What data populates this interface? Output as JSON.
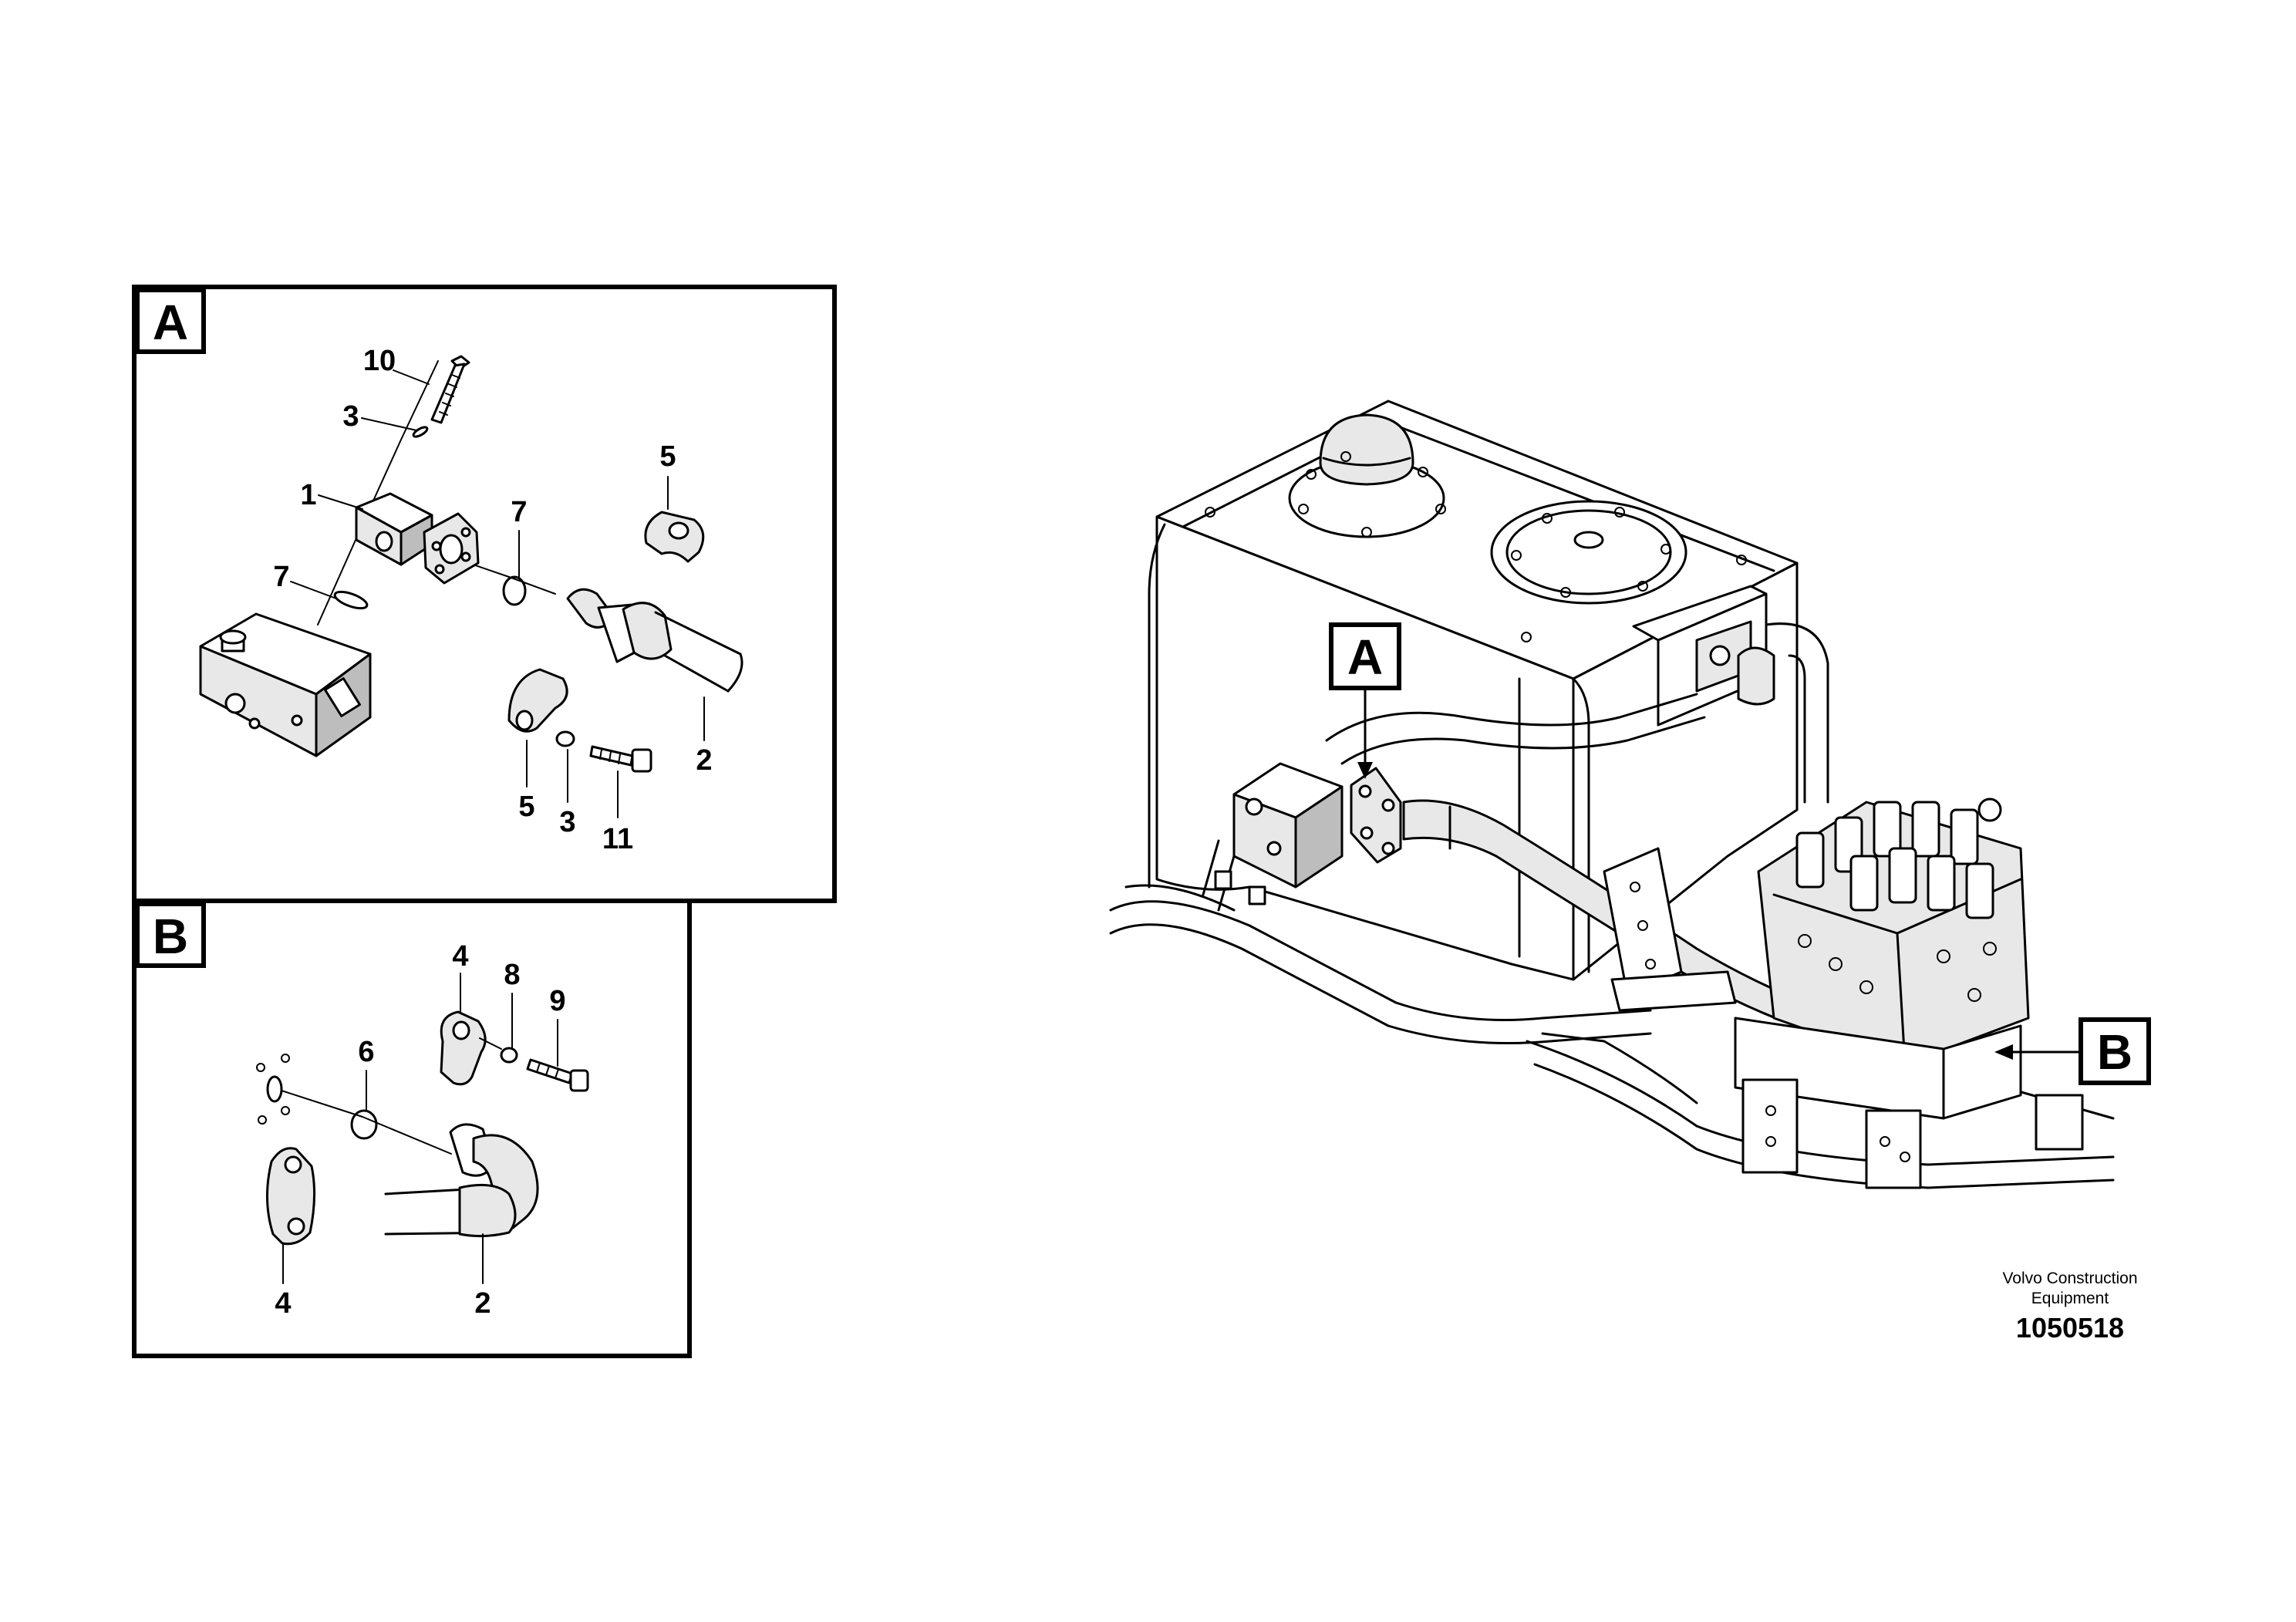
{
  "detail_a": {
    "label": "A",
    "callouts": {
      "bolt_top": "10",
      "washer_top": "3",
      "coupling": "1",
      "oring_left": "7",
      "oring_mid": "7",
      "clamp_top": "5",
      "clamp_bottom": "5",
      "washer_bottom": "3",
      "bolt_bottom": "11",
      "hose": "2"
    }
  },
  "detail_b": {
    "label": "B",
    "callouts": {
      "clamp_top": "4",
      "washer": "8",
      "bolt": "9",
      "oring": "6",
      "clamp_bottom": "4",
      "hose": "2"
    }
  },
  "overview": {
    "marker_a": "A",
    "marker_b": "B"
  },
  "footer": {
    "maker_line1": "Volvo Construction",
    "maker_line2": "Equipment",
    "part_number": "1050518"
  }
}
